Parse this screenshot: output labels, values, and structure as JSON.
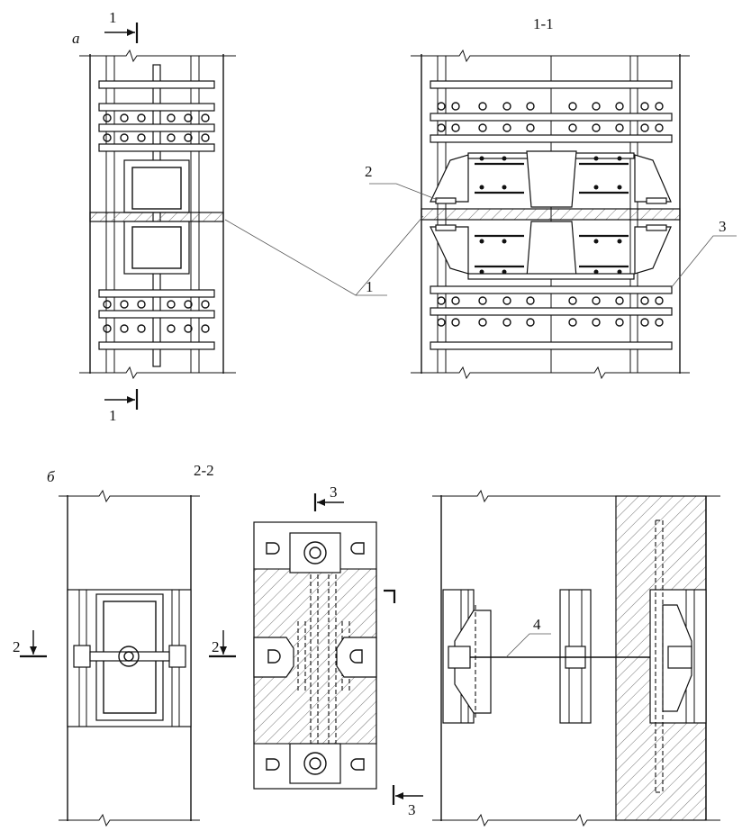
{
  "labels": {
    "view_a": "а",
    "view_b": "б",
    "section_1_1": "1-1",
    "section_2_2": "2-2",
    "cut_1_top": "1",
    "cut_1_bottom": "1",
    "cut_2_left": "2",
    "cut_2_right": "2",
    "cut_3_top": "3",
    "cut_3_bottom": "3",
    "callout_1": "1",
    "callout_2": "2",
    "callout_3": "3",
    "callout_4": "4"
  },
  "colors": {
    "ink": "#111111",
    "paper": "#ffffff",
    "hatch": "#666666"
  }
}
